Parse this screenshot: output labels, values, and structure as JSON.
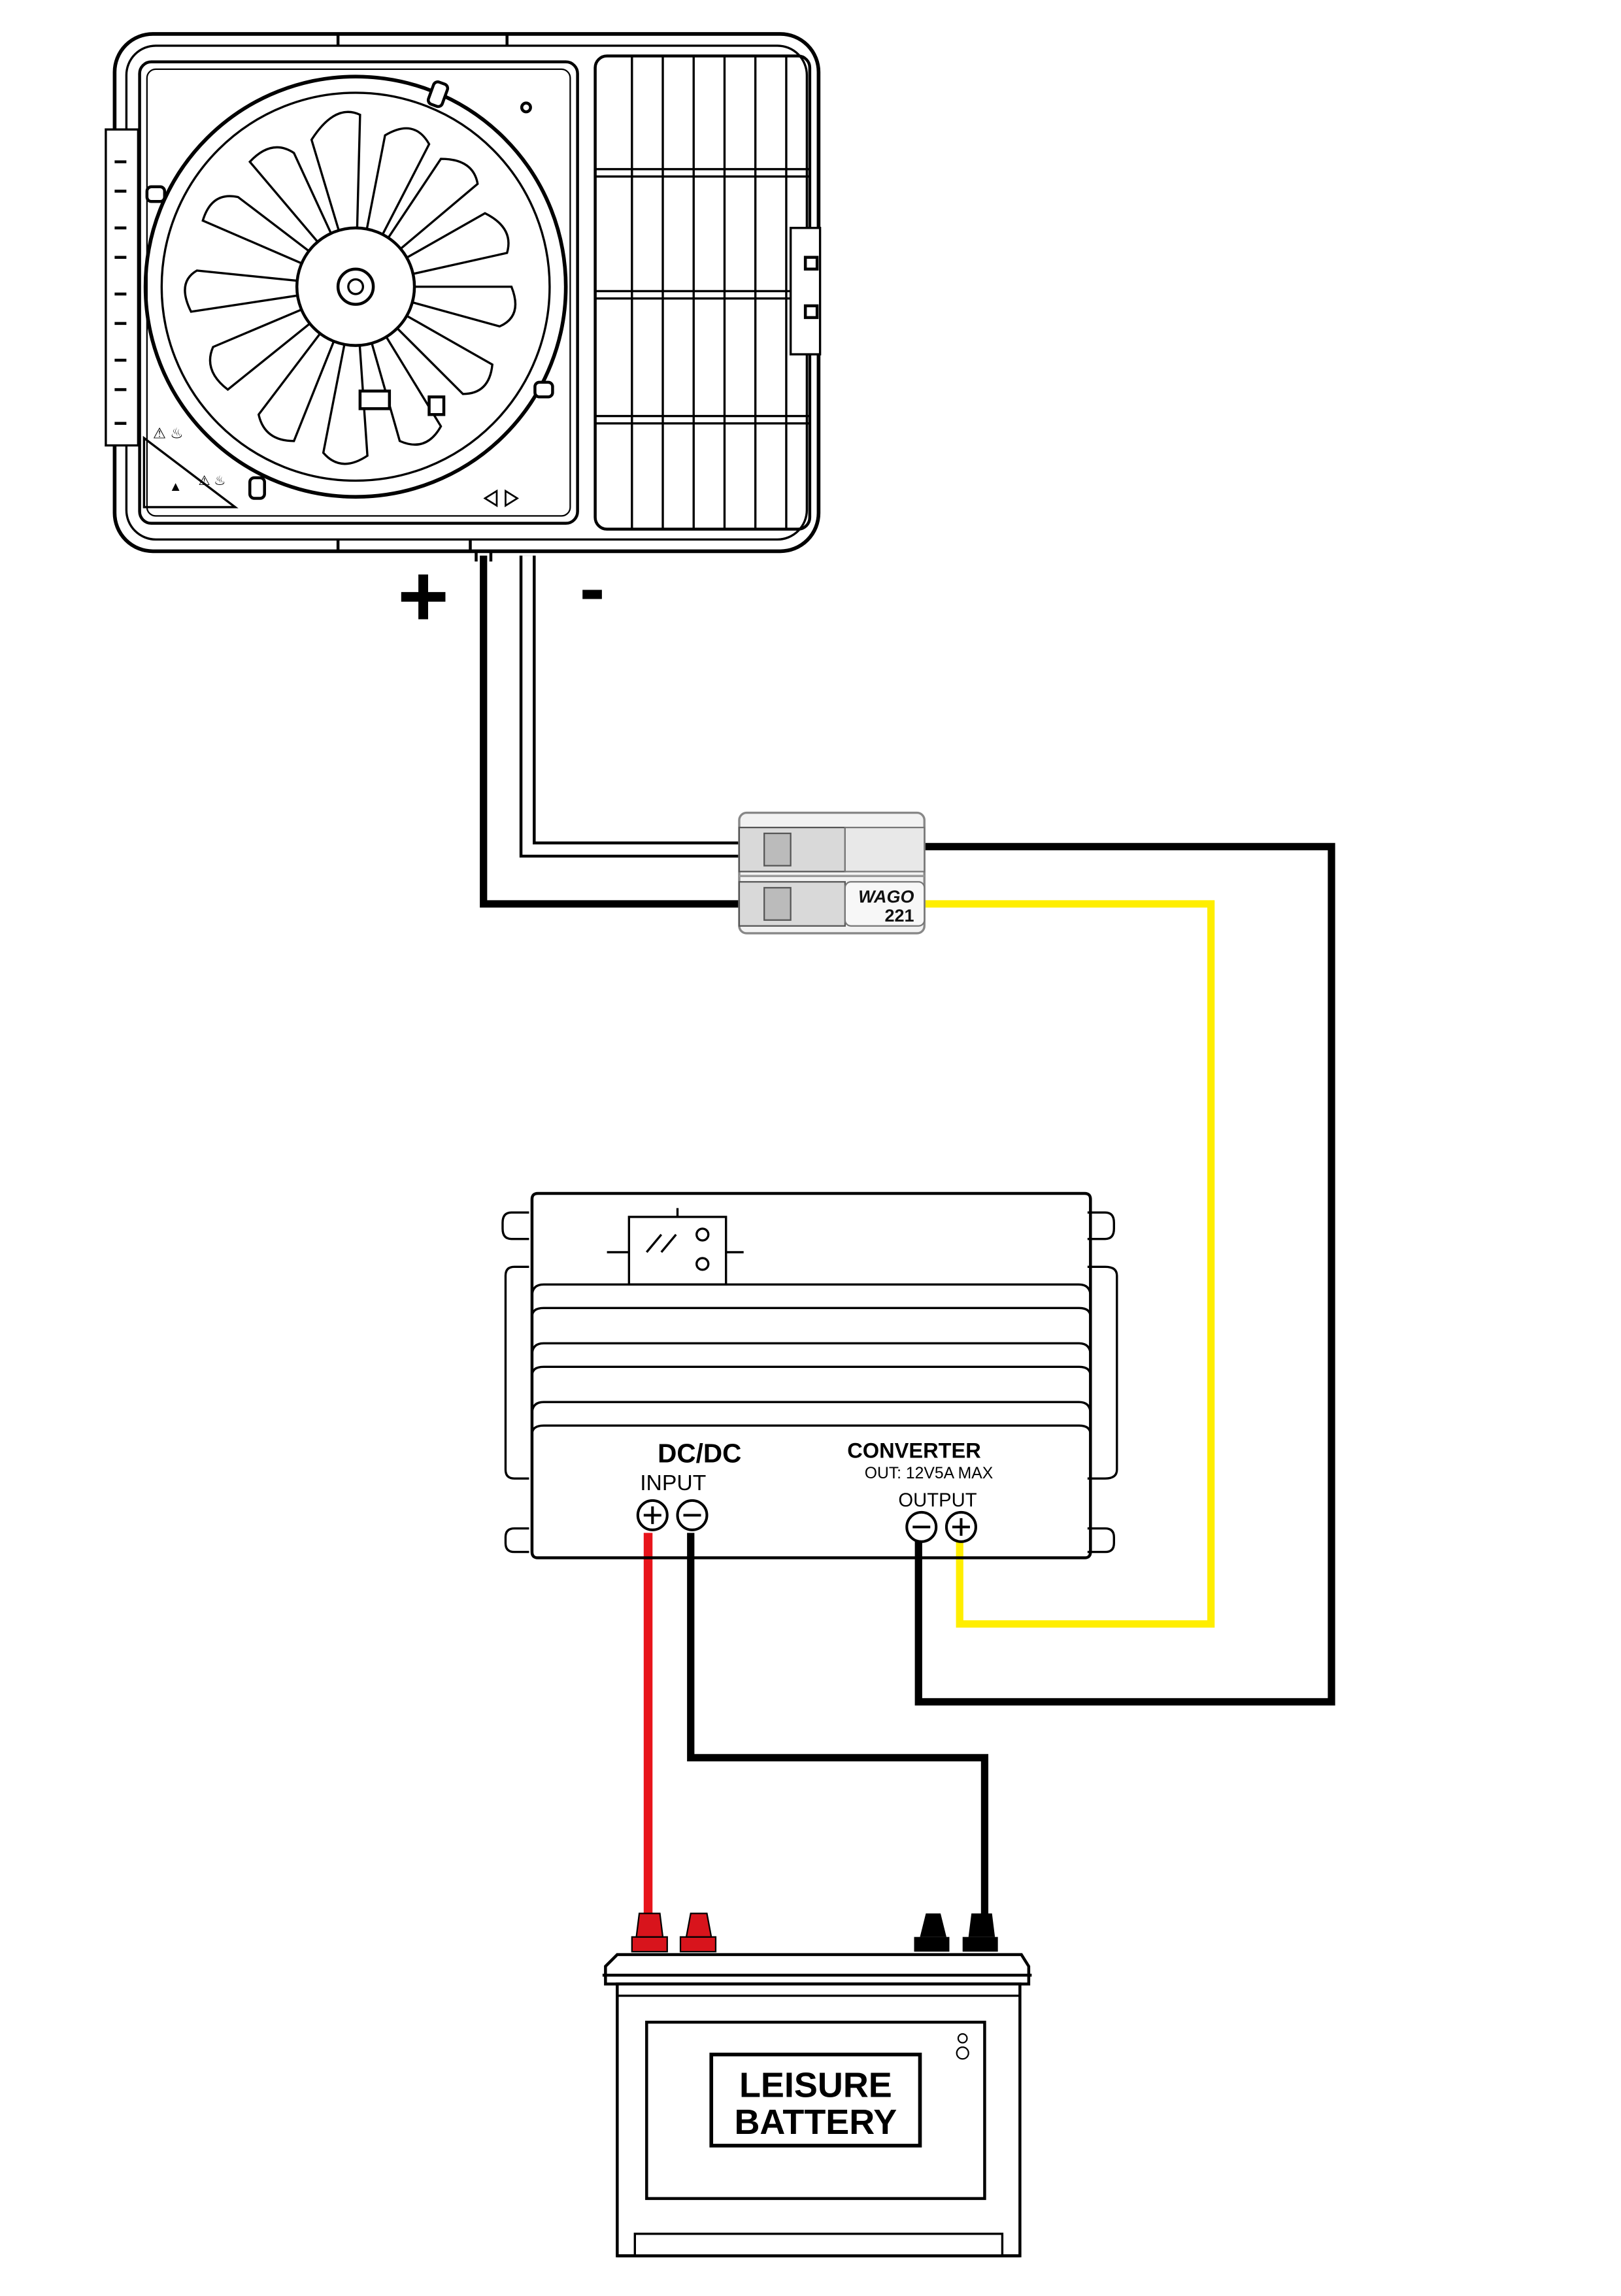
{
  "heater": {
    "plus_label": "+",
    "minus_label": "-"
  },
  "connector": {
    "brand": "WAGO",
    "model": "221"
  },
  "converter": {
    "title_left": "DC/DC",
    "title_right": "CONVERTER",
    "spec": "OUT: 12V5A MAX",
    "input_label": "INPUT",
    "output_label": "OUTPUT"
  },
  "battery": {
    "label_line1": "LEISURE",
    "label_line2": "BATTERY"
  },
  "colors": {
    "wire_black": "#000000",
    "wire_red": "#e8141b",
    "wire_yellow": "#ffee00",
    "terminal_red": "#d8141c",
    "connector_body": "#f2f2f2"
  }
}
